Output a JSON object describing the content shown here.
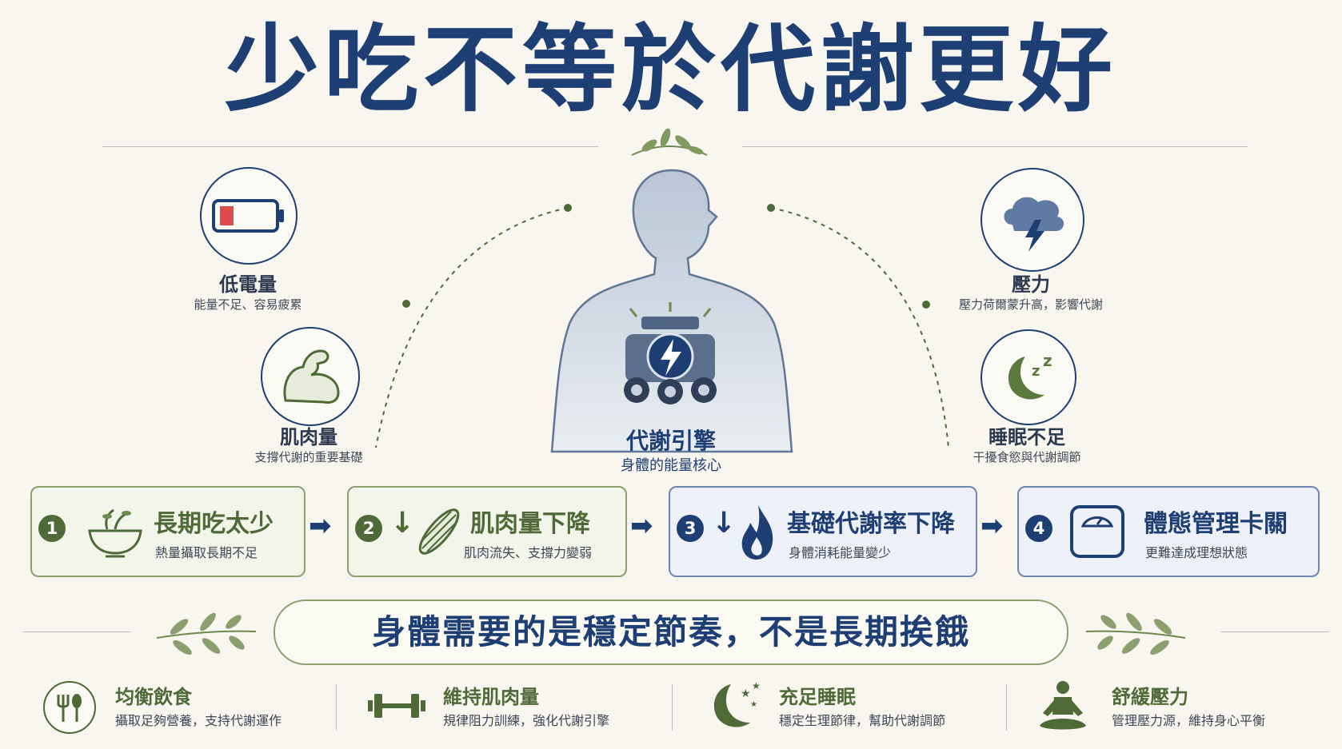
{
  "title": "少吃不等於代謝更好",
  "center": {
    "label": "代謝引擎",
    "sub": "身體的能量核心"
  },
  "factors": {
    "low_battery": {
      "label": "低電量",
      "sub": "能量不足、容易疲累",
      "icon": "battery-low-icon"
    },
    "muscle": {
      "label": "肌肉量",
      "sub": "支撐代謝的重要基礎",
      "icon": "flexed-arm-icon"
    },
    "stress": {
      "label": "壓力",
      "sub": "壓力荷爾蒙升高，影響代謝",
      "icon": "storm-cloud-icon"
    },
    "sleep": {
      "label": "睡眠不足",
      "sub": "干擾食慾與代謝調節",
      "icon": "moon-zzz-icon"
    }
  },
  "steps": [
    {
      "num": "1",
      "title": "長期吃太少",
      "sub": "熱量攝取長期不足",
      "icon": "salad-bowl-icon"
    },
    {
      "num": "2",
      "title": "肌肉量下降",
      "sub": "肌肉流失、支撐力變弱",
      "icon": "muscle-fiber-icon"
    },
    {
      "num": "3",
      "title": "基礎代謝率下降",
      "sub": "身體消耗能量變少",
      "icon": "flame-icon"
    },
    {
      "num": "4",
      "title": "體態管理卡關",
      "sub": "更難達成理想狀態",
      "icon": "scale-icon"
    }
  ],
  "banner": "身體需要的是穩定節奏，不是長期挨餓",
  "tips": [
    {
      "title": "均衡飲食",
      "sub": "攝取足夠營養，支持代謝運作",
      "icon": "fork-spoon-icon"
    },
    {
      "title": "維持肌肉量",
      "sub": "規律阻力訓練，強化代謝引擎",
      "icon": "dumbbell-icon"
    },
    {
      "title": "充足睡眠",
      "sub": "穩定生理節律，幫助代謝調節",
      "icon": "moon-stars-icon"
    },
    {
      "title": "舒緩壓力",
      "sub": "管理壓力源，維持身心平衡",
      "icon": "meditation-icon"
    }
  ],
  "colors": {
    "navy": "#1d3f74",
    "green": "#4d6a37",
    "background": "#f8f6ef"
  }
}
